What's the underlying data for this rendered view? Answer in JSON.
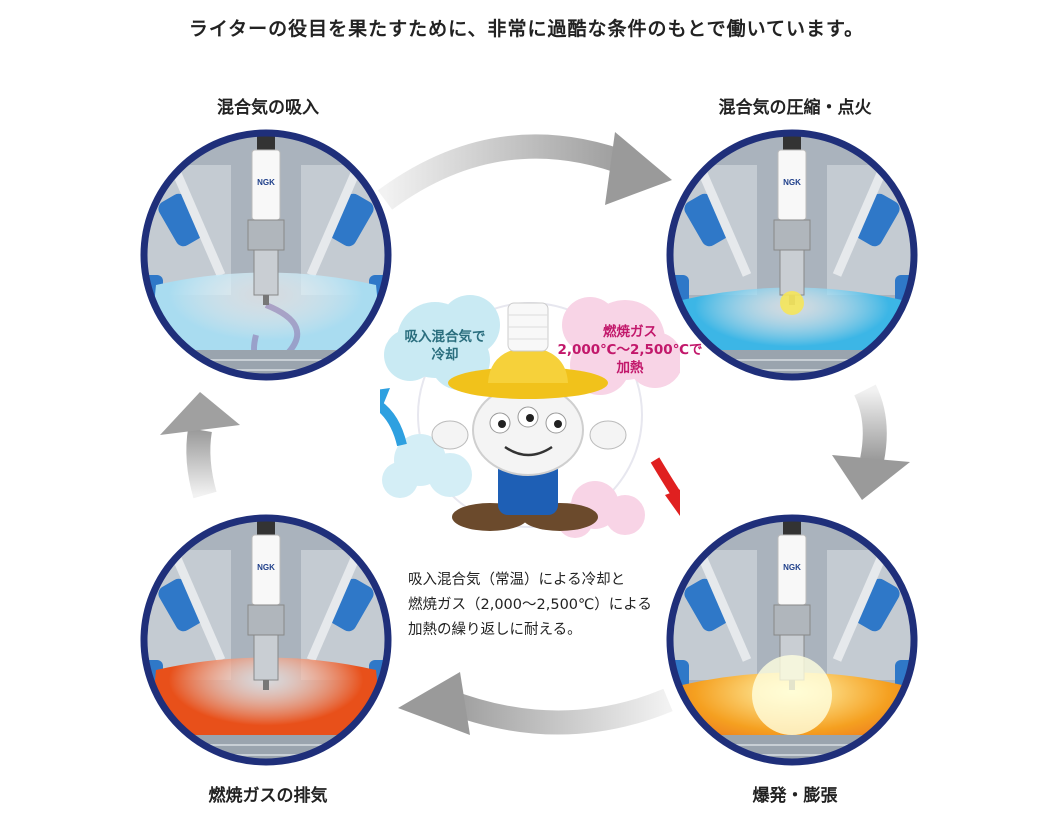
{
  "header": {
    "title": "ライターの役目を果たすために、非常に過酷な条件のもとで働いています。"
  },
  "stages": {
    "intake": "混合気の吸入",
    "compression": "混合気の圧縮・点火",
    "combustion": "爆発・膨張",
    "exhaust": "燃焼ガスの排気"
  },
  "clouds": {
    "cooling_line1": "吸入混合気で",
    "cooling_line2": "冷却",
    "heating_line1": "燃焼ガス",
    "heating_line2": "2,000℃〜2,500℃で",
    "heating_line3": "加熱"
  },
  "note": {
    "line1": "吸入混合気（常温）による冷却と",
    "line2": "燃焼ガス（2,000〜2,500℃）による",
    "line3": "加熱の繰り返しに耐える。"
  },
  "plug_brand": "NGK",
  "colors": {
    "ring": "#1f2f7a",
    "cooling_arrow": "#2ea0e0",
    "heating_arrow": "#e02020",
    "cycle_arrow": "#b5b5b5",
    "intake_gas": "#a9dcf0",
    "compression_gas": "#3cb6e6",
    "combustion_gas": "#f5a020",
    "exhaust_gas": "#e8501a",
    "cooling_text": "#2a6e7e",
    "heating_text": "#c2186b"
  }
}
